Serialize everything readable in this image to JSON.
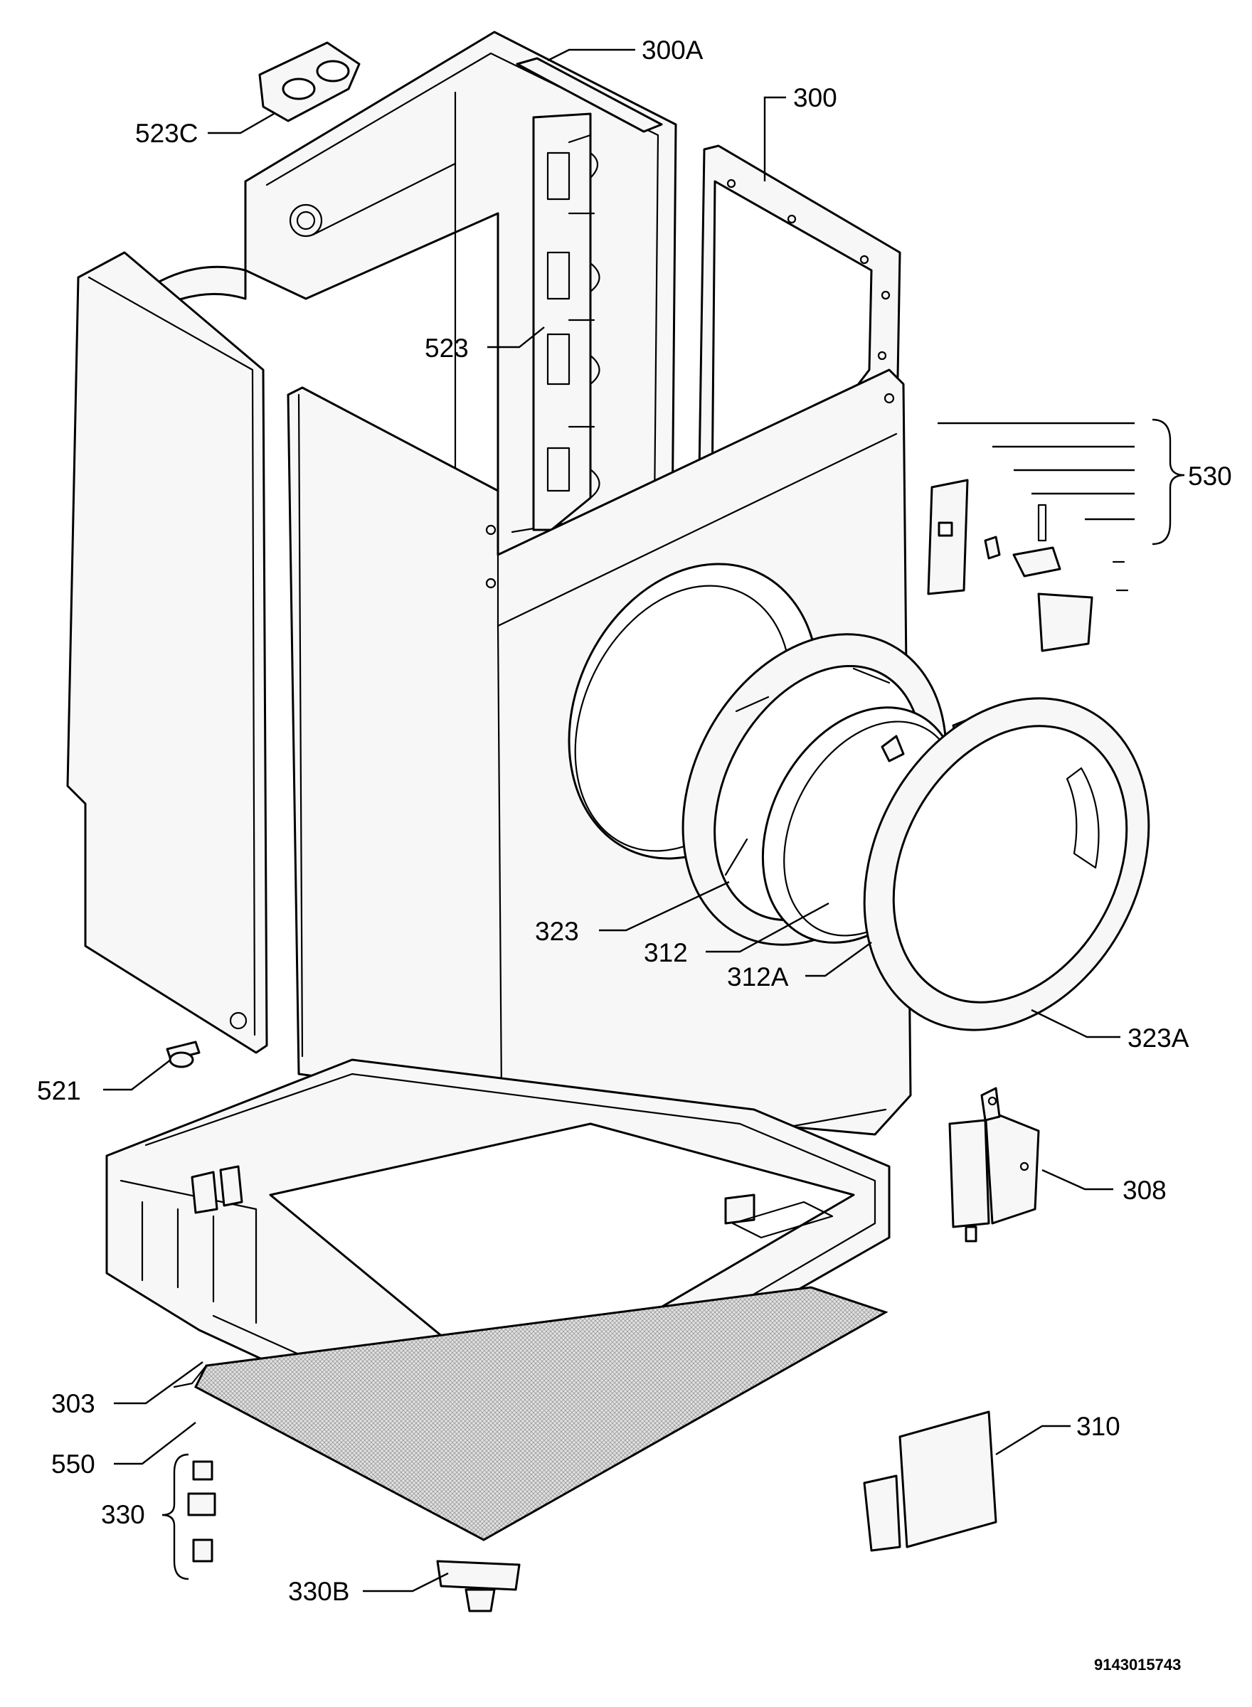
{
  "diagram": {
    "drawing_number": "9143015743",
    "callouts": [
      {
        "id": "523c",
        "label": "523C"
      },
      {
        "id": "300a",
        "label": "300A"
      },
      {
        "id": "300",
        "label": "300"
      },
      {
        "id": "523",
        "label": "523"
      },
      {
        "id": "530",
        "label": "530"
      },
      {
        "id": "323",
        "label": "323"
      },
      {
        "id": "312",
        "label": "312"
      },
      {
        "id": "312a",
        "label": "312A"
      },
      {
        "id": "323a",
        "label": "323A"
      },
      {
        "id": "521",
        "label": "521"
      },
      {
        "id": "308",
        "label": "308"
      },
      {
        "id": "303",
        "label": "303"
      },
      {
        "id": "550",
        "label": "550"
      },
      {
        "id": "330",
        "label": "330"
      },
      {
        "id": "310",
        "label": "310"
      },
      {
        "id": "330b",
        "label": "330B"
      }
    ]
  }
}
